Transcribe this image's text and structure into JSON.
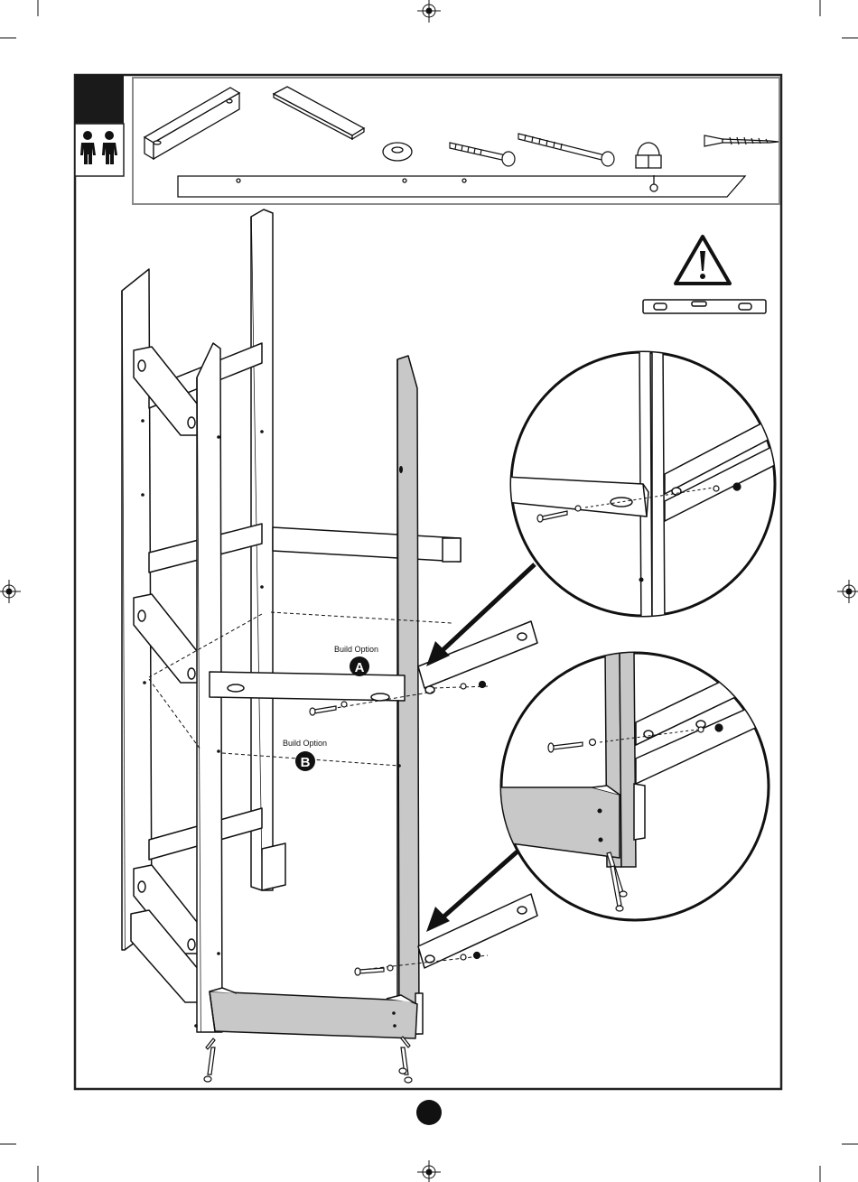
{
  "header": {
    "step_box_color": "#1a1a1a",
    "people_icon": "two-people-icon",
    "people_count": 2
  },
  "parts_tray": {
    "items": [
      {
        "name": "short-beam",
        "icon": "beam-icon"
      },
      {
        "name": "flat-plank",
        "icon": "plank-icon"
      },
      {
        "name": "washer",
        "icon": "washer-icon"
      },
      {
        "name": "short-bolt",
        "icon": "bolt-icon"
      },
      {
        "name": "long-bolt",
        "icon": "bolt-icon"
      },
      {
        "name": "cap-nut",
        "icon": "cap-nut-icon"
      },
      {
        "name": "wood-screw",
        "icon": "screw-icon"
      }
    ]
  },
  "warning": {
    "icon": "warning-triangle-icon",
    "tool_icon": "spirit-level-icon"
  },
  "options": {
    "a": {
      "label": "Build Option",
      "letter": "A"
    },
    "b": {
      "label": "Build Option",
      "letter": "B"
    }
  },
  "colors": {
    "line": "#111111",
    "highlight_part": "#c8c8c8",
    "frame": "#222222",
    "tray_border": "#8a8a8a"
  },
  "footer": {
    "page_badge_color": "#111111"
  }
}
